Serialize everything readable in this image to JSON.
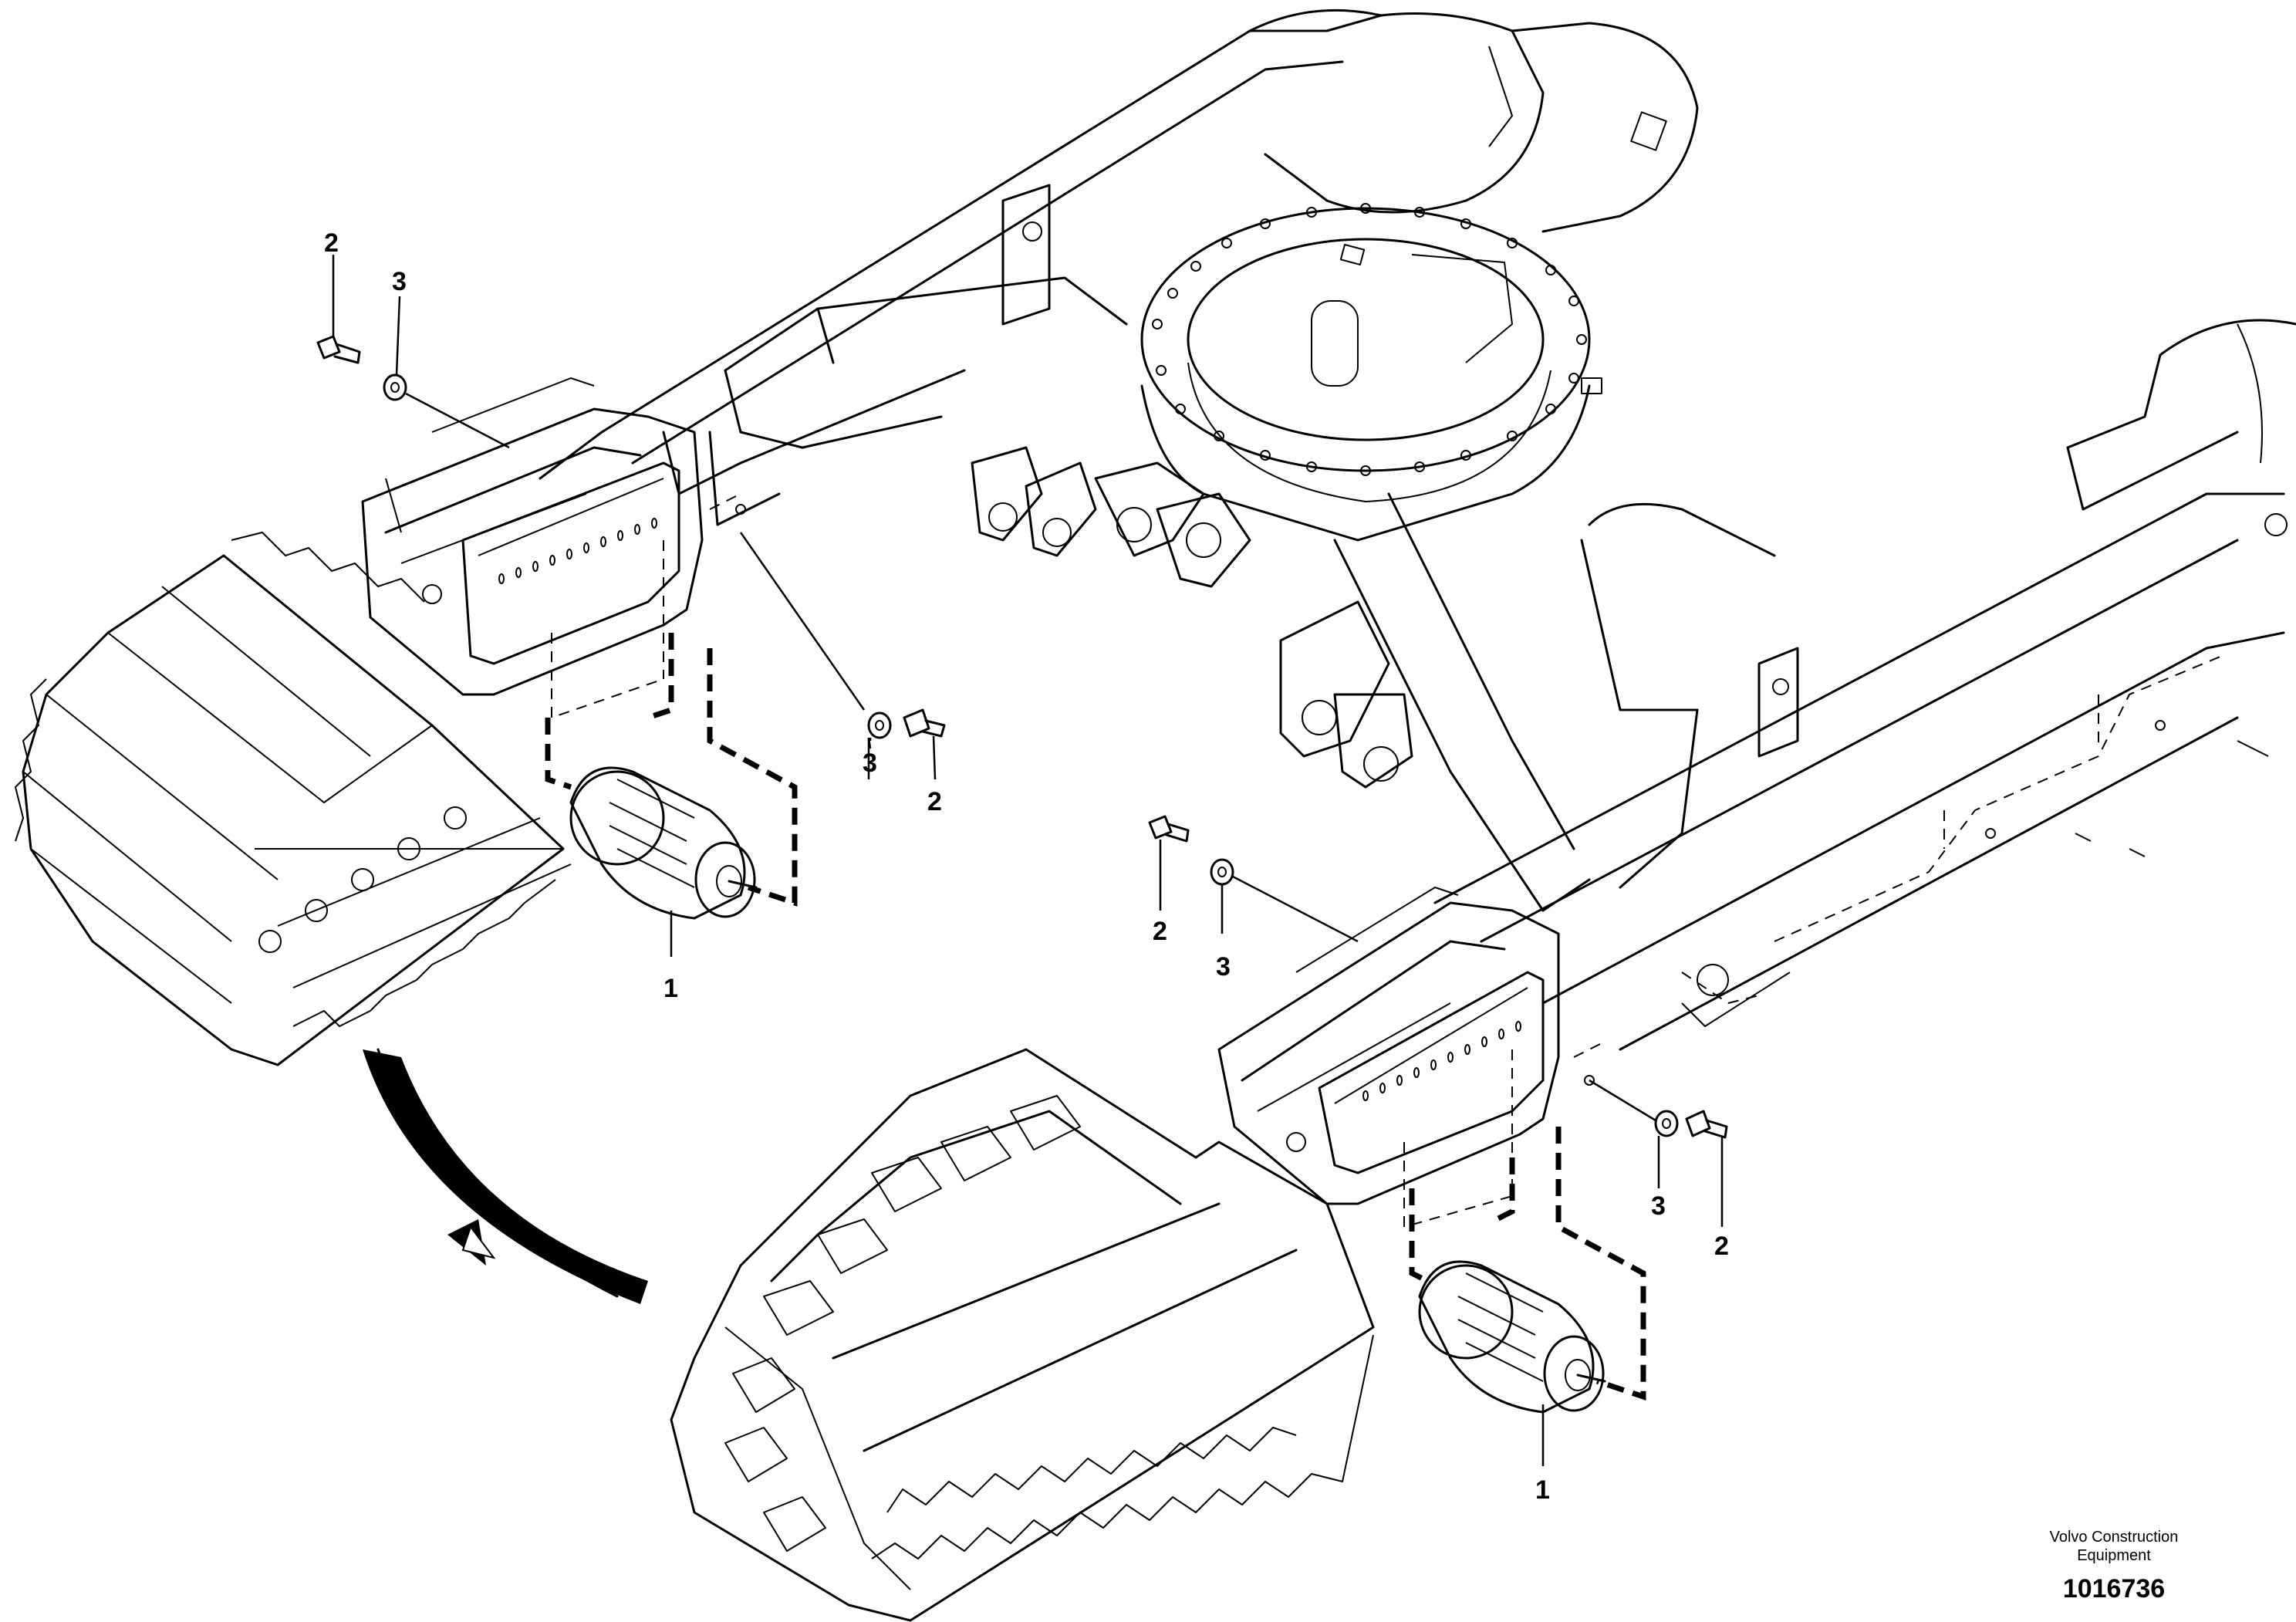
{
  "callouts": {
    "c1": "2",
    "c2": "3",
    "c3": "3",
    "c4": "2",
    "c5": "1",
    "c6": "2",
    "c7": "3",
    "c8": "3",
    "c9": "2",
    "c10": "1"
  },
  "credit": {
    "line1": "Volvo Construction",
    "line2": "Equipment"
  },
  "document_number": "1016736",
  "parts": [
    {
      "number": "1",
      "icon": "track-roller-icon"
    },
    {
      "number": "2",
      "icon": "bolt-icon"
    },
    {
      "number": "3",
      "icon": "washer-icon"
    }
  ],
  "colors": {
    "line": "#000000",
    "background": "#ffffff"
  }
}
